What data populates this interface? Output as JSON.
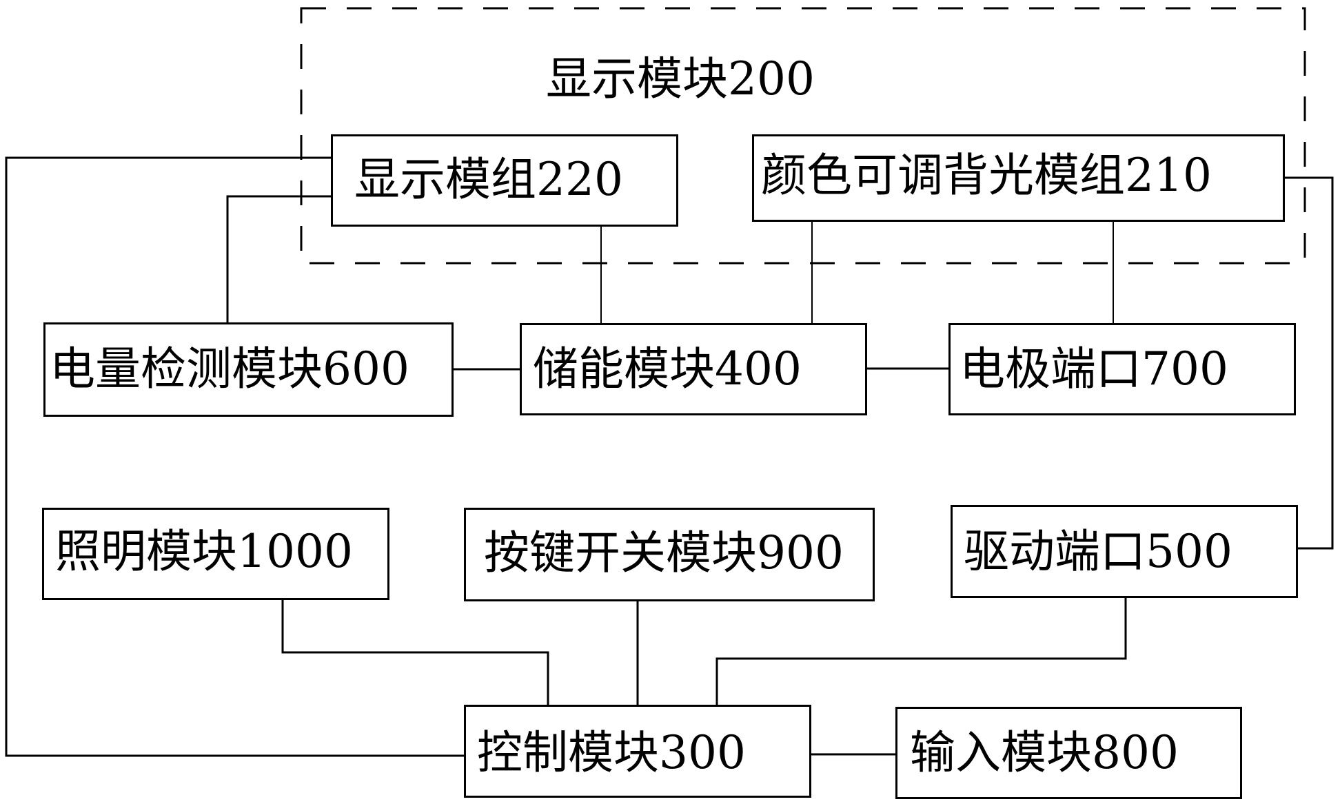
{
  "diagram": {
    "type": "block-diagram",
    "line_color": "#000000",
    "background": "#ffffff",
    "group": {
      "id": "200",
      "title": "显示模块200",
      "style": "dashed"
    },
    "modules": {
      "m220": "显示模组220",
      "m210": "颜色可调背光模组210",
      "m600": "电量检测模块600",
      "m400": "储能模块400",
      "m700": "电极端口700",
      "m1000": "照明模块1000",
      "m900": "按键开关模块900",
      "m500": "驱动端口500",
      "m300": "控制模块300",
      "m800": "输入模块800"
    },
    "connections": [
      [
        "显示模组220",
        "控制模块300"
      ],
      [
        "显示模组220",
        "电量检测模块600"
      ],
      [
        "显示模组220",
        "储能模块400"
      ],
      [
        "颜色可调背光模组210",
        "储能模块400"
      ],
      [
        "颜色可调背光模组210",
        "电极端口700"
      ],
      [
        "颜色可调背光模组210",
        "驱动端口500"
      ],
      [
        "电量检测模块600",
        "储能模块400"
      ],
      [
        "储能模块400",
        "电极端口700"
      ],
      [
        "照明模块1000",
        "控制模块300"
      ],
      [
        "按键开关模块900",
        "控制模块300"
      ],
      [
        "驱动端口500",
        "控制模块300"
      ],
      [
        "控制模块300",
        "输入模块800"
      ]
    ]
  }
}
